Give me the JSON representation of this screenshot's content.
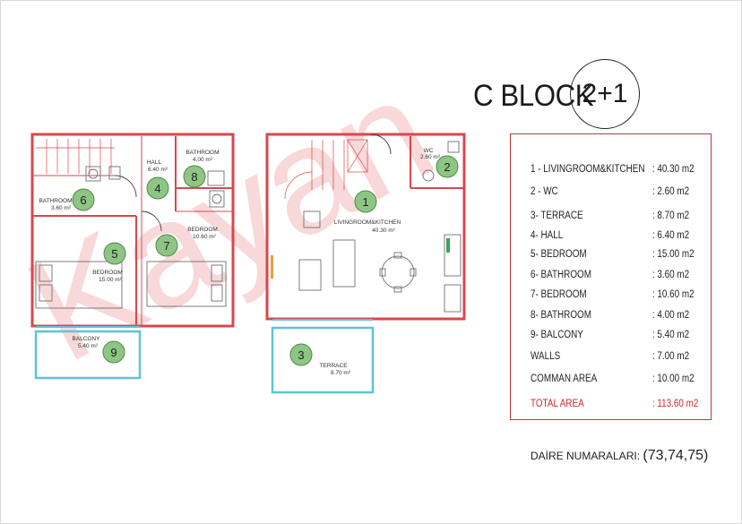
{
  "header": {
    "title": "C BLOCK",
    "type_badge": "2+1"
  },
  "watermark": "Kayan",
  "rooms": [
    {
      "number": "1",
      "name": "LIVINGROOM&KITCHEN",
      "area": "40.30 m²"
    },
    {
      "number": "2",
      "name": "WC",
      "area": "2.60 m²"
    },
    {
      "number": "3",
      "name": "TERRACE",
      "area": "8.70 m²"
    },
    {
      "number": "4",
      "name": "HALL",
      "area": "6.40 m²"
    },
    {
      "number": "5",
      "name": "BEDROOM",
      "area": "15.00 m²"
    },
    {
      "number": "6",
      "name": "BATHROOM",
      "area": "3.60 m²"
    },
    {
      "number": "7",
      "name": "BEDROOM",
      "area": "10.60 m²"
    },
    {
      "number": "8",
      "name": "BATHROOM",
      "area": "4.00 m²"
    },
    {
      "number": "9",
      "name": "BALCONY",
      "area": "5.40 m²"
    }
  ],
  "area_table": [
    {
      "label": "1 - LIVINGROOM&KITCHEN",
      "value": ": 40.30 m2"
    },
    {
      "label": "2 - WC",
      "value": ": 2.60 m2"
    },
    {
      "label": "3- TERRACE",
      "value": ":  8.70 m2"
    },
    {
      "label": "4- HALL",
      "value": ": 6.40 m2"
    },
    {
      "label": "5- BEDROOM",
      "value": ":  15.00 m2"
    },
    {
      "label": "6- BATHROOM",
      "value": ": 3.60 m2"
    },
    {
      "label": "7- BEDROOM",
      "value": ": 10.60 m2"
    },
    {
      "label": "8- BATHROOM",
      "value": ": 4.00 m2"
    },
    {
      "label": "9- BALCONY",
      "value": ": 5.40 m2"
    },
    {
      "label": "WALLS",
      "value": ": 7.00 m2"
    },
    {
      "label": "COMMAN AREA",
      "value": ": 10.00 m2"
    }
  ],
  "total": {
    "label": "TOTAL AREA",
    "value": ": 113.60 m2"
  },
  "units": {
    "label": "DAİRE NUMARALARI:",
    "value": "(73,74,75)"
  },
  "colors": {
    "wall": "#d9474c",
    "glass": "#5cc6d6",
    "furniture": "#6f6f6f",
    "marker_fill": "#8ec585",
    "table_border": "#c0393b",
    "total_text": "#d0262b",
    "watermark": "#f3b8b8"
  }
}
